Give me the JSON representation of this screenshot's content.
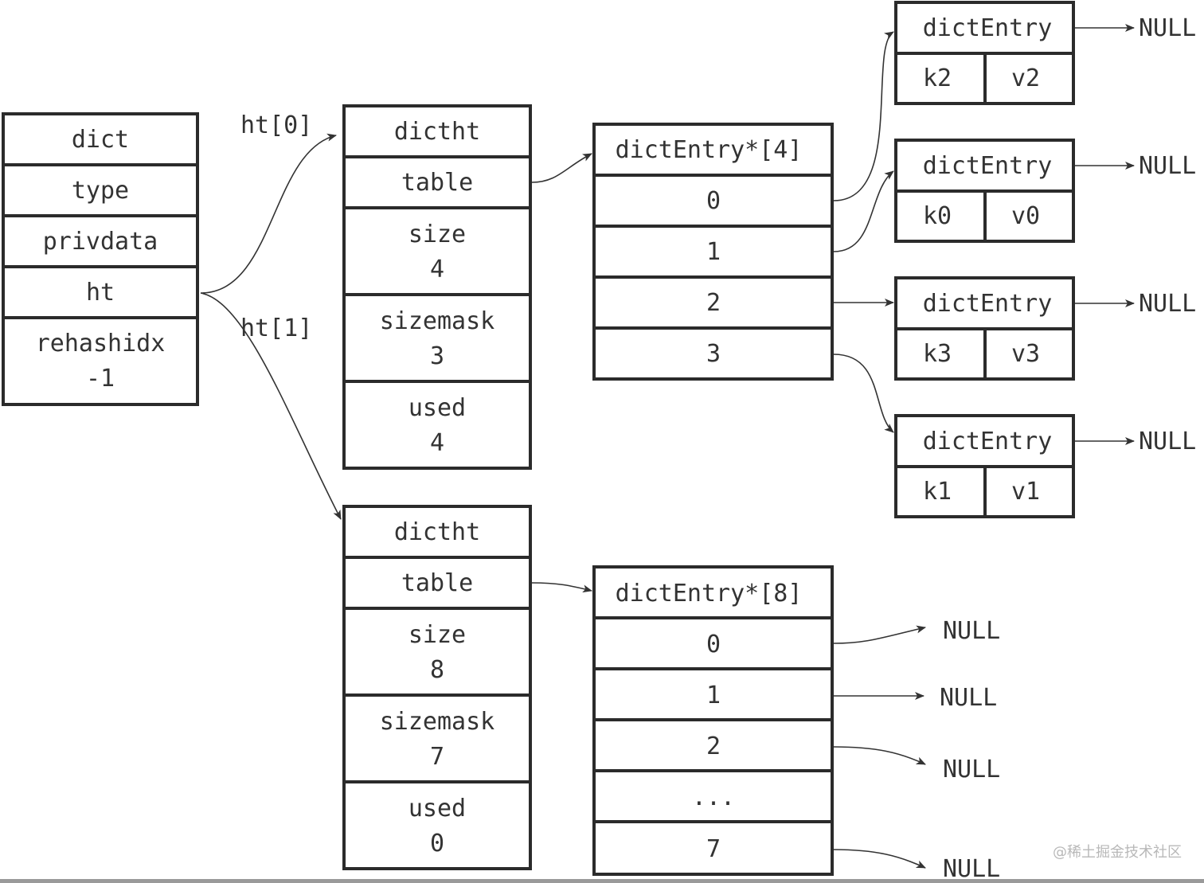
{
  "dict": {
    "header": "dict",
    "fields": [
      "type",
      "privdata",
      "ht"
    ],
    "rehash_label": "rehashidx",
    "rehash_value": "-1"
  },
  "links": {
    "ht0": "ht[0]",
    "ht1": "ht[1]"
  },
  "ht0": {
    "header": "dictht",
    "table": "table",
    "size_label": "size",
    "size_value": "4",
    "sizemask_label": "sizemask",
    "sizemask_value": "3",
    "used_label": "used",
    "used_value": "4"
  },
  "ht1": {
    "header": "dictht",
    "table": "table",
    "size_label": "size",
    "size_value": "8",
    "sizemask_label": "sizemask",
    "sizemask_value": "7",
    "used_label": "used",
    "used_value": "0"
  },
  "array4": {
    "header": "dictEntry*[4]",
    "slots": [
      "0",
      "1",
      "2",
      "3"
    ]
  },
  "array8": {
    "header": "dictEntry*[8]",
    "slots": [
      "0",
      "1",
      "2",
      "...",
      "7"
    ]
  },
  "entries": [
    {
      "header": "dictEntry",
      "key": "k2",
      "value": "v2",
      "next": "NULL"
    },
    {
      "header": "dictEntry",
      "key": "k0",
      "value": "v0",
      "next": "NULL"
    },
    {
      "header": "dictEntry",
      "key": "k3",
      "value": "v3",
      "next": "NULL"
    },
    {
      "header": "dictEntry",
      "key": "k1",
      "value": "v1",
      "next": "NULL"
    }
  ],
  "array8_nulls": [
    "NULL",
    "NULL",
    "NULL",
    "NULL"
  ],
  "watermark": "@稀土掘金技术社区"
}
